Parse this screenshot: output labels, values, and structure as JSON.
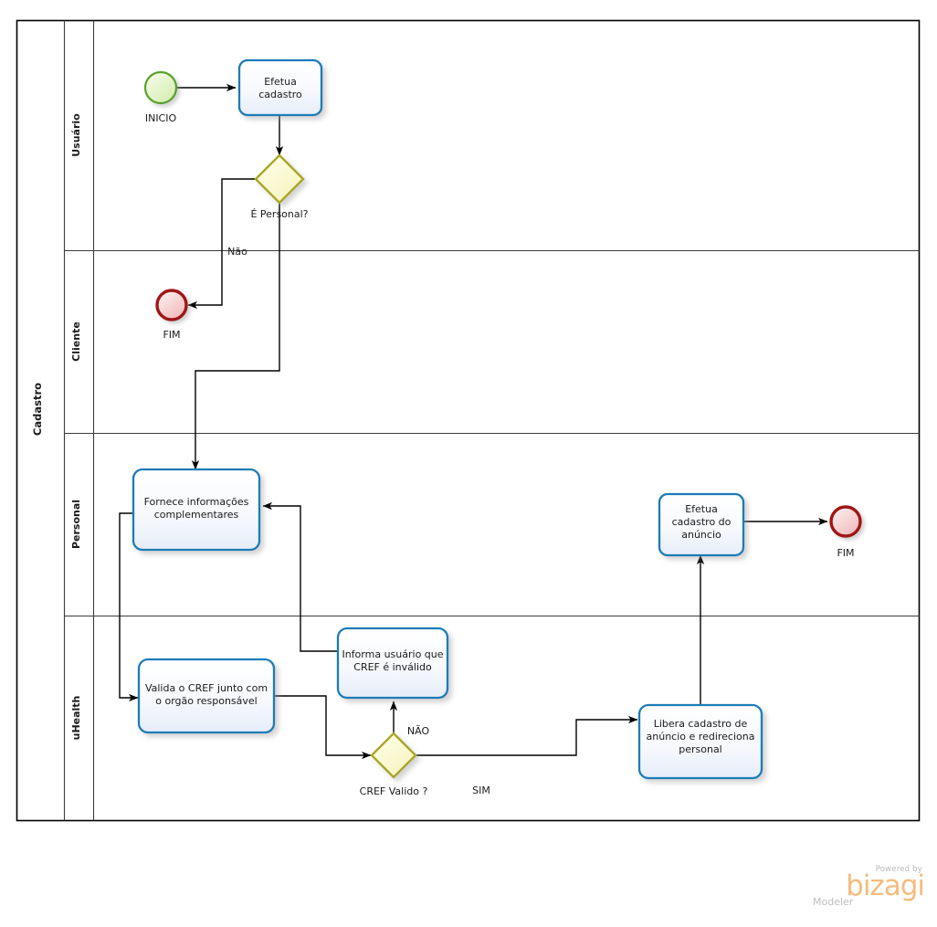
{
  "diagram": {
    "type": "bpmn-process",
    "pool": {
      "name": "Cadastro"
    },
    "lanes": [
      {
        "id": "usuario",
        "name": "Usuário"
      },
      {
        "id": "cliente",
        "name": "Cliente"
      },
      {
        "id": "personal",
        "name": "Personal"
      },
      {
        "id": "uhealth",
        "name": "uHealth"
      }
    ],
    "events": [
      {
        "id": "start-inicio",
        "kind": "start",
        "label": "INICIO",
        "lane": "usuario"
      },
      {
        "id": "end-fim-cliente",
        "kind": "end",
        "label": "FIM",
        "lane": "cliente"
      },
      {
        "id": "end-fim-personal",
        "kind": "end",
        "label": "FIM",
        "lane": "personal"
      }
    ],
    "tasks": [
      {
        "id": "t-efetua-cadastro",
        "lane": "usuario",
        "line1": "Efetua",
        "line2": "cadastro",
        "line3": ""
      },
      {
        "id": "t-fornece-info",
        "lane": "personal",
        "line1": "Fornece informações",
        "line2": "complementares",
        "line3": ""
      },
      {
        "id": "t-efetua-anuncio",
        "lane": "personal",
        "line1": "Efetua",
        "line2": "cadastro do",
        "line3": "anúncio"
      },
      {
        "id": "t-valida-cref",
        "lane": "uhealth",
        "line1": "Valida o CREF junto com",
        "line2": "o orgão responsável",
        "line3": ""
      },
      {
        "id": "t-informa-invalido",
        "lane": "uhealth",
        "line1": "Informa usuário que",
        "line2": "CREF é inválido",
        "line3": ""
      },
      {
        "id": "t-libera-cadastro",
        "lane": "uhealth",
        "line1": "Libera cadastro de",
        "line2": "anúncio e redireciona",
        "line3": "personal"
      }
    ],
    "gateways": [
      {
        "id": "gw-e-personal",
        "label": "É Personal?",
        "lane": "usuario"
      },
      {
        "id": "gw-cref-valido",
        "label": "CREF Valido ?",
        "lane": "uhealth"
      }
    ],
    "flow_labels": [
      {
        "id": "flow-nao-personal",
        "text": "Não",
        "from": "gw-e-personal",
        "to": "end-fim-cliente"
      },
      {
        "id": "flow-nao-cref",
        "text": "NÃO",
        "from": "gw-cref-valido",
        "to": "t-informa-invalido"
      },
      {
        "id": "flow-sim-cref",
        "text": "SIM",
        "from": "gw-cref-valido",
        "to": "t-libera-cadastro"
      }
    ],
    "colors": {
      "task_stroke": "#1f7bb6",
      "task_fill_top": "#ffffff",
      "task_fill_bottom": "#e8eef9",
      "gateway_stroke": "#a8a521",
      "gateway_fill": "#fbfbd4",
      "start_stroke": "#5aa02c",
      "start_fill": "#e6f5cd",
      "end_stroke": "#a01212",
      "end_fill": "#f7d7d7",
      "flow_stroke": "#000000",
      "lane_stroke": "#3c3c3c"
    }
  },
  "watermark": {
    "powered_by": "Powered by",
    "brand": "bizagi",
    "product": "Modeler"
  }
}
